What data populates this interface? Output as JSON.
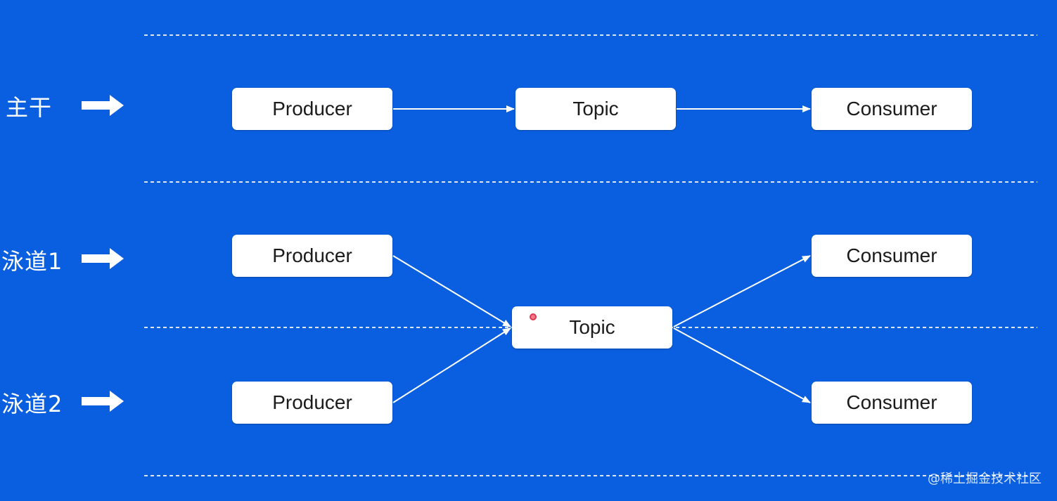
{
  "lanes": [
    {
      "label": "主干"
    },
    {
      "label": "泳道1"
    },
    {
      "label": "泳道2"
    }
  ],
  "nodes": {
    "trunk_producer": "Producer",
    "trunk_topic": "Topic",
    "trunk_consumer": "Consumer",
    "lane1_producer": "Producer",
    "lane2_producer": "Producer",
    "shared_topic": "Topic",
    "lane1_consumer": "Consumer",
    "lane2_consumer": "Consumer"
  },
  "edges": [
    {
      "from": "trunk_producer",
      "to": "trunk_topic"
    },
    {
      "from": "trunk_topic",
      "to": "trunk_consumer"
    },
    {
      "from": "lane1_producer",
      "to": "shared_topic"
    },
    {
      "from": "lane2_producer",
      "to": "shared_topic"
    },
    {
      "from": "shared_topic",
      "to": "lane1_consumer"
    },
    {
      "from": "shared_topic",
      "to": "lane2_consumer"
    }
  ],
  "watermark": "@稀土掘金技术社区",
  "colors": {
    "background": "#0a5fe0",
    "node_fill": "#ffffff",
    "line": "#ffffff"
  }
}
